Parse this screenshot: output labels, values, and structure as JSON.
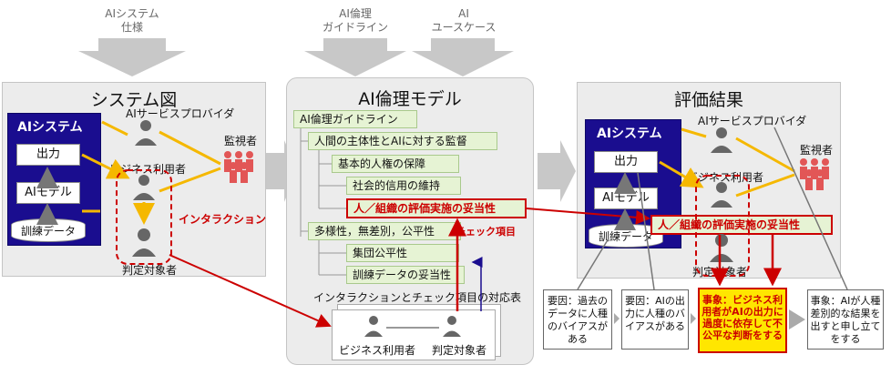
{
  "inputs": {
    "system_spec_line1": "AIシステム",
    "system_spec_line2": "仕様",
    "guideline_line1": "AI倫理",
    "guideline_line2": "ガイドライン",
    "usecase_line1": "AI",
    "usecase_line2": "ユースケース"
  },
  "system_diagram": {
    "title": "システム図",
    "ai_system": "AIシステム",
    "output": "出力",
    "ai_model": "AIモデル",
    "training_data": "訓練データ",
    "provider": "AIサービスプロバイダ",
    "business_user": "ビジネス利用者",
    "monitor": "監視者",
    "subject": "判定対象者",
    "interaction": "インタラクション"
  },
  "ethics_model": {
    "title": "AI倫理モデル",
    "items": [
      "AI倫理ガイドライン",
      "人間の主体性とAIに対する監督",
      "基本的人権の保障",
      "社会的信用の維持",
      "人／組織の評価実施の妥当性",
      "多様性，無差別，公平性",
      "集団公平性",
      "訓練データの妥当性"
    ],
    "check_item": "チェック項目",
    "mapping_title": "インタラクションとチェック項目の対応表",
    "mapping_left": "ビジネス利用者",
    "mapping_right": "判定対象者"
  },
  "evaluation": {
    "title": "評価結果",
    "ai_system": "AIシステム",
    "output": "出力",
    "ai_model": "AIモデル",
    "training_data": "訓練データ",
    "provider": "AIサービスプロバイダ",
    "business_user": "ビジネス利用者",
    "monitor": "監視者",
    "subject": "判定対象者",
    "highlight": "人／組織の評価実施の妥当性",
    "causes": [
      "要因：過去のデータに人種のバイアスがある",
      "要因：AIの出力に人種のバイアスがある",
      "事象：ビジネス利用者がAIの出力に過度に依存して不公平な判断をする",
      "事象：AIが人種差別的な結果を出すと申し立てをする"
    ]
  },
  "colors": {
    "navy": "#1a0d8f",
    "green_box": "#e6f3d4",
    "red": "#cc0000",
    "yellow_event": "#ffe600",
    "orange_line": "#f5b800",
    "gray_arrow": "#c8c8c8"
  }
}
